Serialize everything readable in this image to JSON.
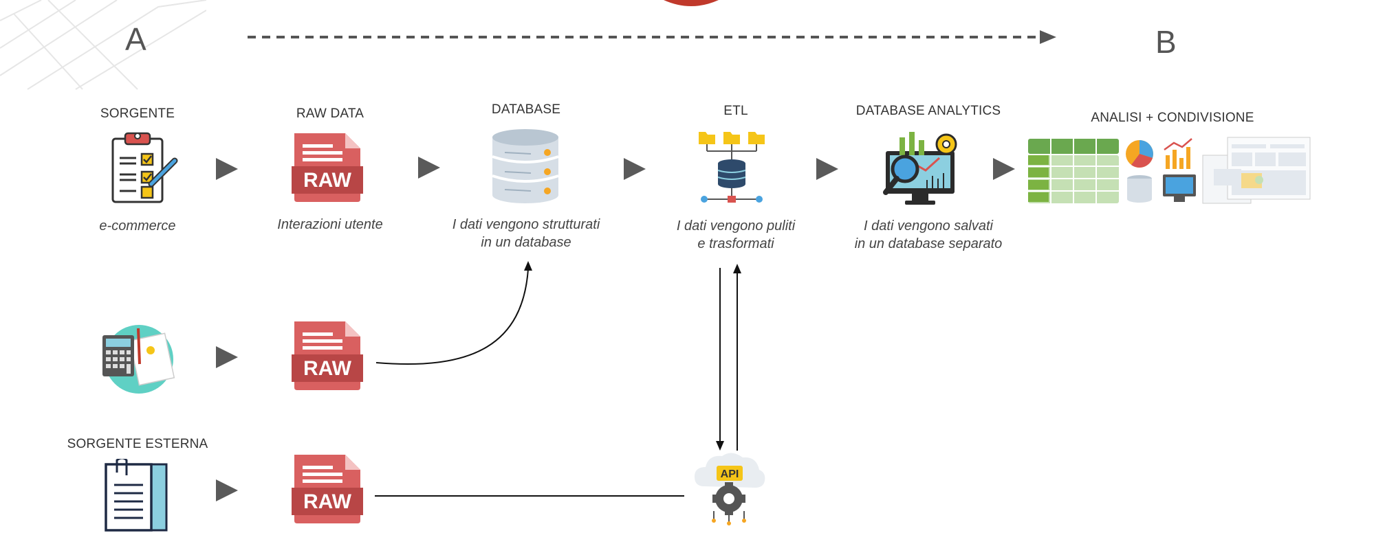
{
  "endpoints": {
    "start": "A",
    "end": "B"
  },
  "colors": {
    "raw": "#d9534f",
    "arrow": "#5a5a5a",
    "analytics_green": "#7cb342"
  },
  "stages": [
    {
      "label": "SORGENTE",
      "caption": "e-commerce",
      "icon": "clipboard-checklist-icon"
    },
    {
      "label": "RAW DATA",
      "caption": "Interazioni utente",
      "icon": "raw-file-icon"
    },
    {
      "label": "DATABASE",
      "caption_line1": "I dati vengono strutturati",
      "caption_line2": "in un database",
      "icon": "database-icon"
    },
    {
      "label": "ETL",
      "caption_line1": "I dati vengono puliti",
      "caption_line2": "e trasformati",
      "icon": "etl-network-icon"
    },
    {
      "label": "DATABASE ANALYTICS",
      "caption_line1": "I dati vengono salvati",
      "caption_line2": "in un database separato",
      "icon": "analytics-monitor-icon"
    },
    {
      "label": "ANALISI + CONDIVISIONE",
      "icon": "dashboard-collage-icon"
    }
  ],
  "raw_text": "RAW",
  "api_text": "API",
  "external": {
    "label": "SORGENTE ESTERNA",
    "icon": "document-binder-icon"
  },
  "secondary_source": {
    "icon": "calculator-accounting-icon"
  }
}
